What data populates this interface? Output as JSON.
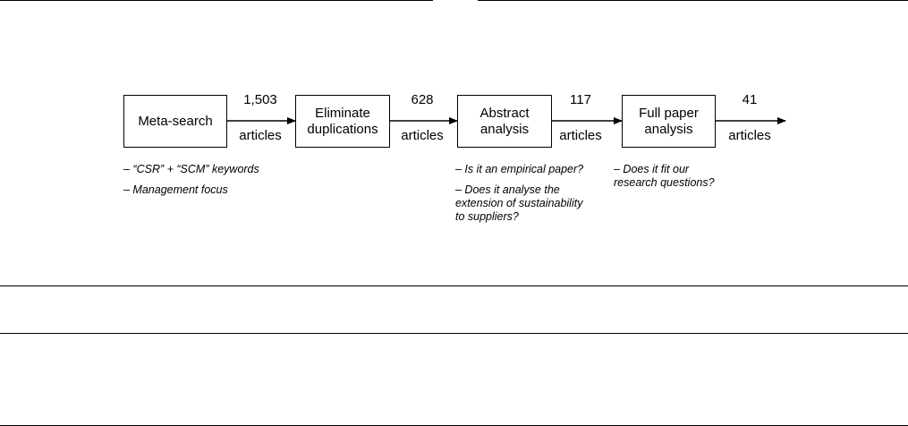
{
  "steps": [
    {
      "label": "Meta-search"
    },
    {
      "label": "Eliminate\nduplications"
    },
    {
      "label": "Abstract\nanalysis"
    },
    {
      "label": "Full paper\nanalysis"
    }
  ],
  "counts": [
    {
      "number": "1,503",
      "unit": "articles"
    },
    {
      "number": "628",
      "unit": "articles"
    },
    {
      "number": "117",
      "unit": "articles"
    },
    {
      "number": "41",
      "unit": "articles"
    }
  ],
  "notes": {
    "meta_search": [
      "– “CSR” + “SCM” keywords",
      "– Management focus"
    ],
    "abstract": [
      "– Is it an empirical paper?",
      "– Does it analyse the\n  extension of sustainability\n  to suppliers?"
    ],
    "full_paper": [
      "– Does it fit our\n  research questions?"
    ]
  }
}
